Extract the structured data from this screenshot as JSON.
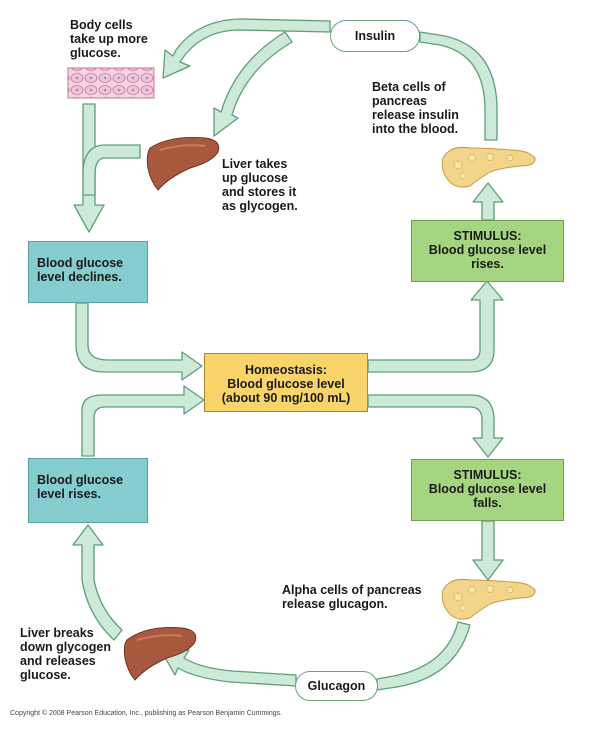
{
  "labels": {
    "body_cells": "Body cells\ntake up more\nglucose.",
    "insulin": "Insulin",
    "beta_cells": "Beta cells of\npancreas\nrelease insulin\ninto the blood.",
    "liver_takes": "Liver takes\nup glucose\nand stores it\nas glycogen.",
    "alpha_cells": "Alpha cells of pancreas\nrelease glucagon.",
    "liver_breaks": "Liver breaks\ndown glycogen\nand releases\nglucose.",
    "glucagon": "Glucagon",
    "copyright": "Copyright © 2008 Pearson Education, Inc., publishing as Pearson Benjamin Cummings."
  },
  "boxes": {
    "declines": "Blood glucose\nlevel declines.",
    "stimulus_rises": "STIMULUS:\nBlood glucose level\nrises.",
    "homeostasis": "Homeostasis:\nBlood glucose level\n(about 90 mg/100 mL)",
    "stimulus_falls": "STIMULUS:\nBlood glucose level\nfalls.",
    "level_rises": "Blood glucose\nlevel rises."
  },
  "colors": {
    "arrow_fill": "#cde9d7",
    "arrow_stroke": "#5f9e78",
    "teal_box": "#86cdd0",
    "green_box": "#a5d581",
    "gold_box": "#f9d46a",
    "liver": "#a8583e",
    "pancreas": "#f2d58a",
    "body_cells": "#f4c6d8"
  },
  "icons": [
    "body-cells-tissue-icon",
    "liver-icon",
    "pancreas-icon"
  ]
}
